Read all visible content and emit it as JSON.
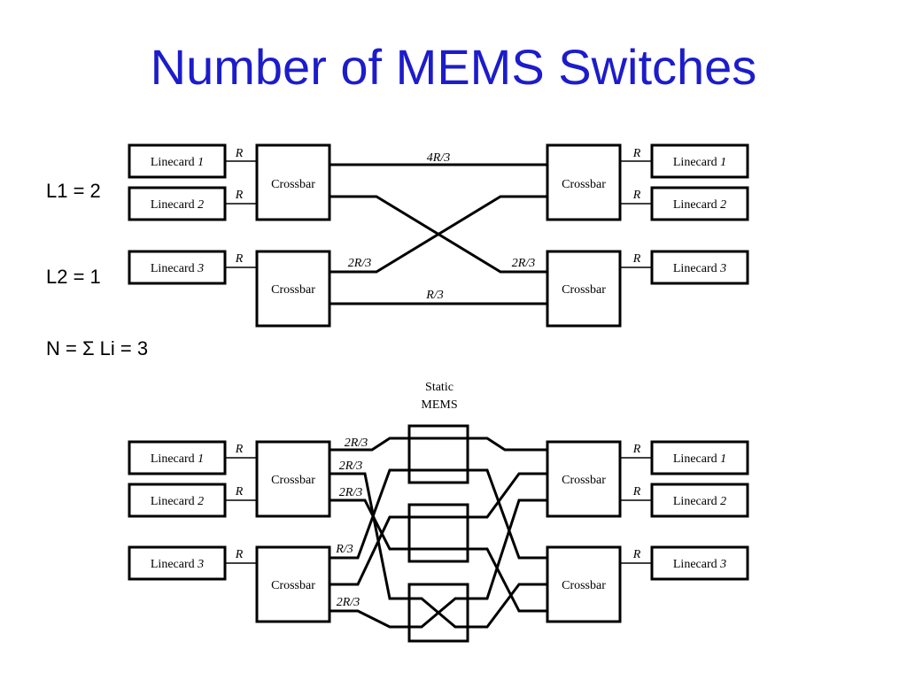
{
  "title": "Number of MEMS Switches",
  "equations": {
    "l1": "L1 = 2",
    "l2": "L2 = 1",
    "n": "N = Σ Li = 3"
  },
  "linecard_word": "Linecard",
  "linecard_numbers": [
    "1",
    "2",
    "3"
  ],
  "crossbar_label": "Crossbar",
  "rate_label": "R",
  "top_links": {
    "straight_top": "4R/3",
    "cross_left": "2R/3",
    "cross_right": "2R/3",
    "straight_bottom": "R/3"
  },
  "static_mems": {
    "line1": "Static",
    "line2": "MEMS"
  },
  "bottom_links": [
    "2R/3",
    "2R/3",
    "2R/3",
    "R/3",
    "2R/3"
  ]
}
